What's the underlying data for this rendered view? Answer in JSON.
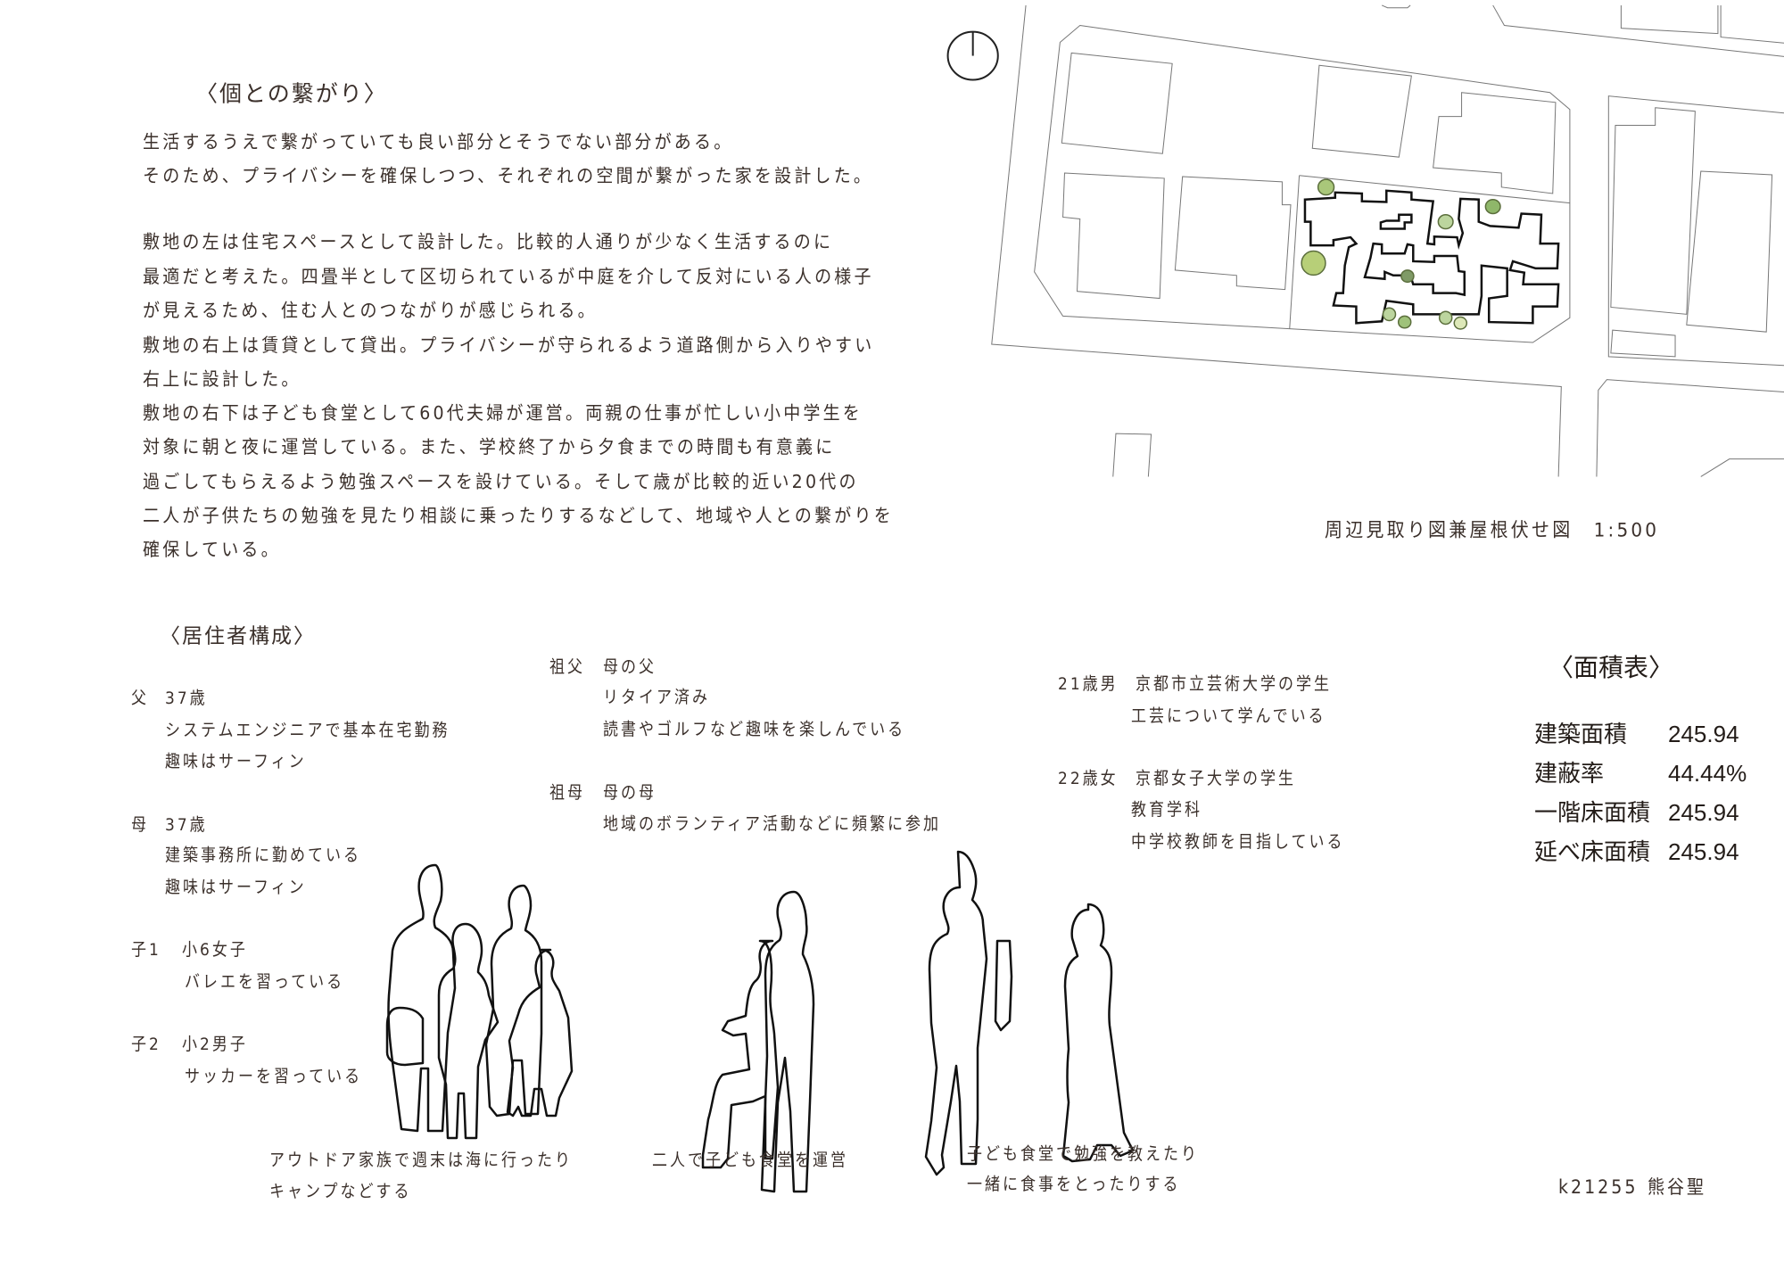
{
  "concept": {
    "title": "〈個との繋がり〉",
    "lines": [
      "生活するうえで繋がっていても良い部分とそうでない部分がある。",
      "そのため、プライバシーを確保しつつ、それぞれの空間が繋がった家を設計した。",
      "敷地の左は住宅スペースとして設計した。比較的人通りが少なく生活するのに",
      "最適だと考えた。四畳半として区切られているが中庭を介して反対にいる人の様子",
      "が見えるため、住む人とのつながりが感じられる。",
      "敷地の右上は賃貸として貸出。プライバシーが守られるよう道路側から入りやすい",
      "右上に設計した。",
      "敷地の右下は子ども食堂として60代夫婦が運営。両親の仕事が忙しい小中学生を",
      "対象に朝と夜に運営している。また、学校終了から夕食までの時間も有意義に",
      "過ごしてもらえるよう勉強スペースを設けている。そして歳が比較的近い20代の",
      "二人が子供たちの勉強を見たり相談に乗ったりするなどして、地域や人との繋がりを",
      "確保している。"
    ]
  },
  "map": {
    "caption": "周辺見取り図兼屋根伏せ図　1:500",
    "tree_color": "#a9c77a",
    "tree_dark_color": "#7f9a66"
  },
  "residents": {
    "title": "〈居住者構成〉",
    "father": {
      "role": "父",
      "age": "37歳",
      "lines": [
        "システムエンジニアで基本在宅勤務",
        "趣味はサーフィン"
      ]
    },
    "mother": {
      "role": "母",
      "age": "37歳",
      "lines": [
        "建築事務所に勤めている",
        "趣味はサーフィン"
      ]
    },
    "child1": {
      "role": "子1",
      "age": "小6女子",
      "lines": [
        "バレエを習っている"
      ]
    },
    "child2": {
      "role": "子2",
      "age": "小2男子",
      "lines": [
        "サッカーを習っている"
      ]
    },
    "grandfather": {
      "role": "祖父",
      "relation": "母の父",
      "lines": [
        "リタイア済み",
        "読書やゴルフなど趣味を楽しんでいる"
      ]
    },
    "grandmother": {
      "role": "祖母",
      "relation": "母の母",
      "lines": [
        "地域のボランティア活動などに頻繁に参加"
      ]
    },
    "student_male": {
      "role": "21歳男",
      "school": "京都市立芸術大学の学生",
      "lines": [
        "工芸について学んでいる"
      ]
    },
    "student_female": {
      "role": "22歳女",
      "school": "京都女子大学の学生",
      "lines": [
        "教育学科",
        "中学校教師を目指している"
      ]
    }
  },
  "captions": {
    "family": [
      "アウトドア家族で週末は海に行ったり",
      "キャンプなどする"
    ],
    "couple": [
      "二人で子ども食堂を運営"
    ],
    "students": [
      "子ども食堂で勉強を教えたり",
      "一緒に食事をとったりする"
    ]
  },
  "area_table": {
    "title": "〈面積表〉",
    "rows": [
      {
        "label": "建築面積",
        "value": "245.94"
      },
      {
        "label": "建蔽率",
        "value": "44.44%"
      },
      {
        "label": "一階床面積",
        "value": "245.94"
      },
      {
        "label": "延べ床面積",
        "value": "245.94"
      }
    ]
  },
  "author": {
    "id": "k21255",
    "name": "熊谷聖"
  }
}
